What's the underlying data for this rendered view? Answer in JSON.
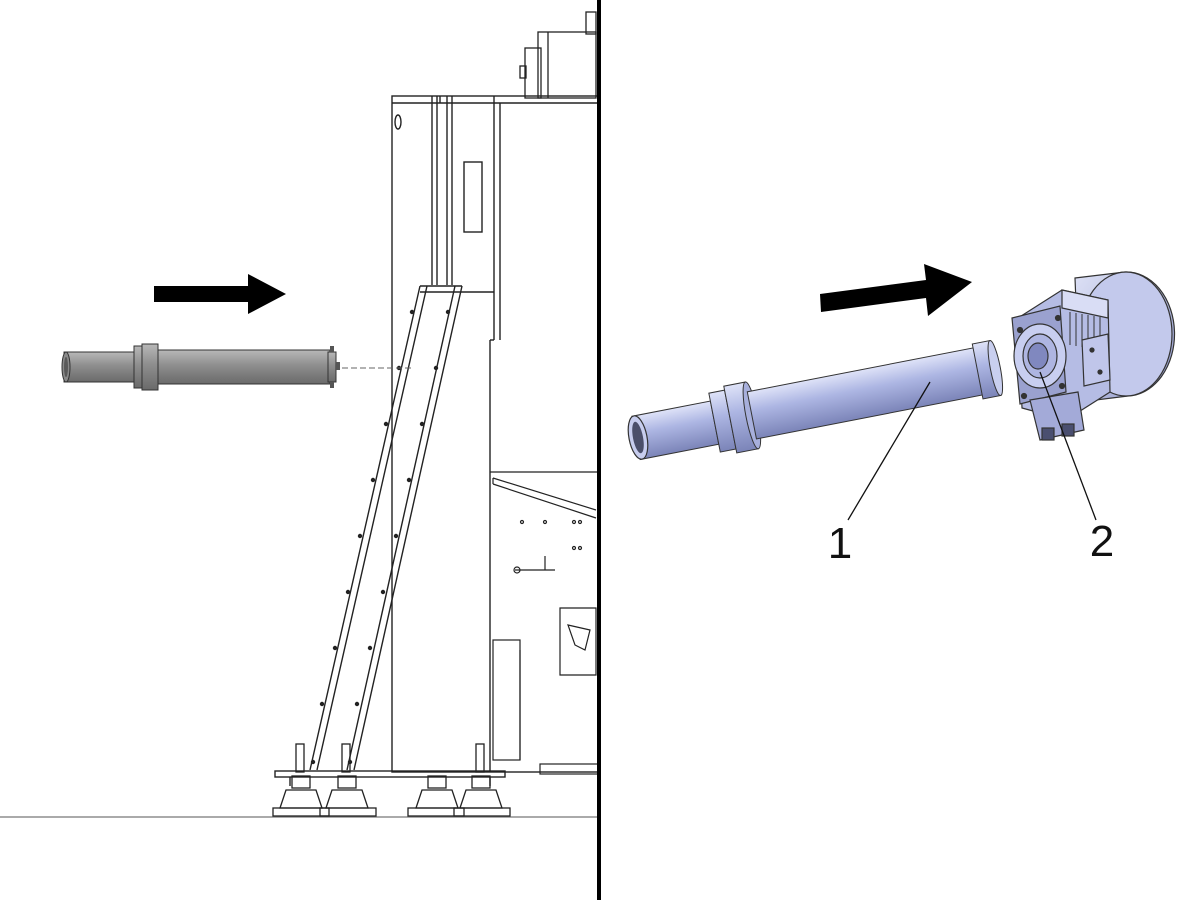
{
  "callouts": [
    {
      "id": "1",
      "label": "1"
    },
    {
      "id": "2",
      "label": "2"
    }
  ],
  "colors": {
    "line": "#1a1a1a",
    "tube_left": "#8c8c8c",
    "tube_right": "#aab4e2",
    "unit": "#b7bee4",
    "arrow": "#000000"
  }
}
